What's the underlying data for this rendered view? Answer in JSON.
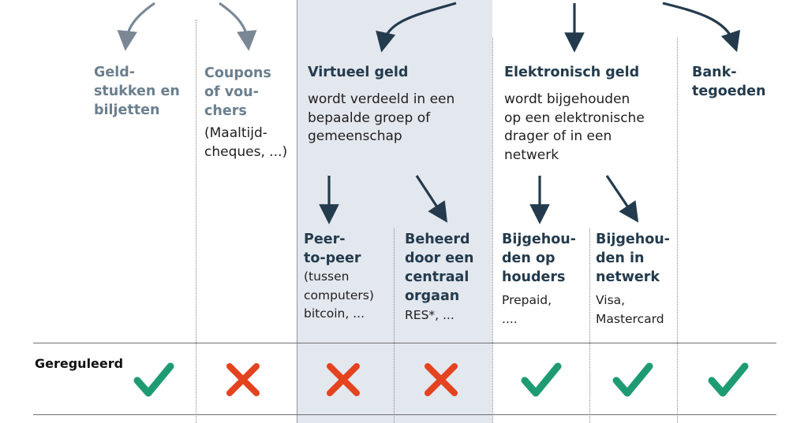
{
  "columns": [
    {
      "id": "coins",
      "heading": "Geld-\nstukken en\nbiljetten",
      "text": ""
    },
    {
      "id": "coupons",
      "heading": "Coupons\nof vou-\nchers",
      "text": "(Maaltijd-\ncheques, ...)"
    },
    {
      "id": "virtual",
      "heading": "Virtueel geld",
      "text": "wordt verdeeld in een\nbepaalde groep of\ngemeenschap"
    },
    {
      "id": "electronic",
      "heading": "Elektronisch geld",
      "text": "wordt bijgehouden\nop een elektronische\ndrager of in een\nnetwerk"
    },
    {
      "id": "bank",
      "heading": "Bank-\ntegoeden",
      "text": ""
    }
  ],
  "subcolumns": [
    {
      "id": "p2p",
      "heading": "Peer-\nto-peer",
      "text": "(tussen\ncomputers)\nbitcoin, ..."
    },
    {
      "id": "central",
      "heading": "Beheerd\ndoor een\ncentraal\norgaan",
      "text": "RES*, ..."
    },
    {
      "id": "holders",
      "heading": "Bijgehou-\nden op\nhouders",
      "text": "Prepaid,\n...."
    },
    {
      "id": "network",
      "heading": "Bijgehou-\nden in\nnetwerk",
      "text": "Visa,\nMastercard"
    }
  ],
  "regulated_row": {
    "label": "Gereguleerd",
    "values": [
      {
        "name": "coins",
        "regulated": true
      },
      {
        "name": "coupons",
        "regulated": false
      },
      {
        "name": "p2p",
        "regulated": false
      },
      {
        "name": "central",
        "regulated": false
      },
      {
        "name": "holders",
        "regulated": true
      },
      {
        "name": "network",
        "regulated": true
      },
      {
        "name": "bank",
        "regulated": true
      }
    ]
  },
  "colors": {
    "check": "#1f9b73",
    "cross": "#e4431f",
    "grey_heading": "#6b7f8e",
    "dark_heading": "#233b4d",
    "arrow_grey": "#7a8896",
    "arrow_dark": "#233b4d",
    "virtual_band": "#e3e7ee"
  }
}
